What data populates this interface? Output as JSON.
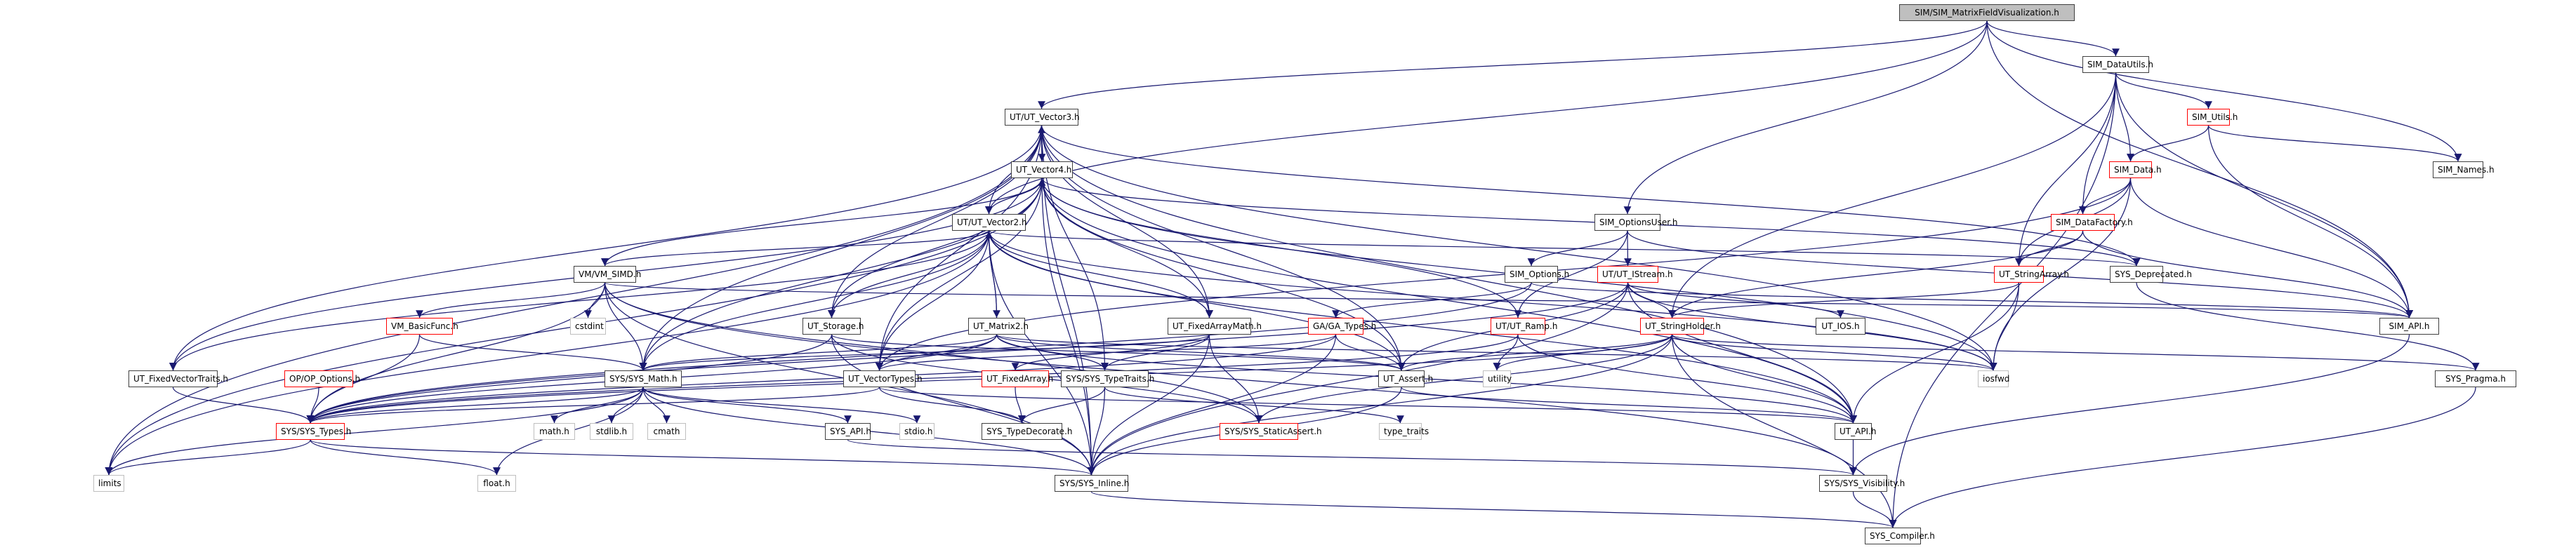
{
  "title": "SIM/SIM_MatrixFieldVisualization.h include dependency graph",
  "colors": {
    "edge": "#191970",
    "root_fill": "#bfbfbf",
    "normal_border": "#404040",
    "truncated_border": "#ff0000",
    "system_border": "#bfbfbf"
  },
  "nodes": {
    "root": {
      "label": "SIM/SIM_MatrixFieldVisualization.h",
      "kind": "root"
    },
    "sim_datautils": {
      "label": "SIM_DataUtils.h",
      "kind": "normal"
    },
    "ut_vector3": {
      "label": "UT/UT_Vector3.h",
      "kind": "normal"
    },
    "sim_utils": {
      "label": "SIM_Utils.h",
      "kind": "red"
    },
    "ut_vector4": {
      "label": "UT_Vector4.h",
      "kind": "normal"
    },
    "sim_data": {
      "label": "SIM_Data.h",
      "kind": "red"
    },
    "sim_names": {
      "label": "SIM_Names.h",
      "kind": "normal"
    },
    "ut_vector2": {
      "label": "UT/UT_Vector2.h",
      "kind": "normal"
    },
    "sim_datafactory": {
      "label": "SIM_DataFactory.h",
      "kind": "red"
    },
    "sim_optionsuser": {
      "label": "SIM_OptionsUser.h",
      "kind": "normal"
    },
    "sys_deprecated": {
      "label": "SYS_Deprecated.h",
      "kind": "normal"
    },
    "vm_simd": {
      "label": "VM/VM_SIMD.h",
      "kind": "normal"
    },
    "sim_options": {
      "label": "SIM_Options.h",
      "kind": "normal"
    },
    "ut_istream": {
      "label": "UT/UT_IStream.h",
      "kind": "red"
    },
    "ut_stringarray": {
      "label": "UT_StringArray.h",
      "kind": "red"
    },
    "sim_api": {
      "label": "SIM_API.h",
      "kind": "normal"
    },
    "vm_basicfunc": {
      "label": "VM_BasicFunc.h",
      "kind": "red"
    },
    "cstdint": {
      "label": "cstdint",
      "kind": "sys"
    },
    "ut_storage": {
      "label": "UT_Storage.h",
      "kind": "normal"
    },
    "ut_matrix2": {
      "label": "UT_Matrix2.h",
      "kind": "normal"
    },
    "ut_fixedarraymath": {
      "label": "UT_FixedArrayMath.h",
      "kind": "normal"
    },
    "ga_types": {
      "label": "GA/GA_Types.h",
      "kind": "red"
    },
    "ut_ramp": {
      "label": "UT/UT_Ramp.h",
      "kind": "red"
    },
    "ut_stringholder": {
      "label": "UT_StringHolder.h",
      "kind": "red"
    },
    "ut_ios": {
      "label": "UT_IOS.h",
      "kind": "normal"
    },
    "ut_fixedvectortraits": {
      "label": "UT_FixedVectorTraits.h",
      "kind": "normal"
    },
    "op_options": {
      "label": "OP/OP_Options.h",
      "kind": "red"
    },
    "sys_math": {
      "label": "SYS/SYS_Math.h",
      "kind": "normal"
    },
    "ut_vectortypes": {
      "label": "UT_VectorTypes.h",
      "kind": "normal"
    },
    "ut_fixedarray": {
      "label": "UT_FixedArray.h",
      "kind": "red"
    },
    "sys_typetraits": {
      "label": "SYS/SYS_TypeTraits.h",
      "kind": "normal"
    },
    "ut_assert": {
      "label": "UT_Assert.h",
      "kind": "normal"
    },
    "utility": {
      "label": "utility",
      "kind": "sys"
    },
    "iosfwd": {
      "label": "iosfwd",
      "kind": "sys"
    },
    "sys_pragma": {
      "label": "SYS_Pragma.h",
      "kind": "normal"
    },
    "sys_types": {
      "label": "SYS/SYS_Types.h",
      "kind": "red"
    },
    "math_h": {
      "label": "math.h",
      "kind": "sys"
    },
    "stdlib_h": {
      "label": "stdlib.h",
      "kind": "sys"
    },
    "cmath": {
      "label": "cmath",
      "kind": "sys"
    },
    "sys_api": {
      "label": "SYS_API.h",
      "kind": "normal"
    },
    "stdio_h": {
      "label": "stdio.h",
      "kind": "sys"
    },
    "sys_typedecorate": {
      "label": "SYS_TypeDecorate.h",
      "kind": "normal"
    },
    "sys_staticassert": {
      "label": "SYS/SYS_StaticAssert.h",
      "kind": "red"
    },
    "type_traits": {
      "label": "type_traits",
      "kind": "sys"
    },
    "ut_api": {
      "label": "UT_API.h",
      "kind": "normal"
    },
    "limits": {
      "label": "limits",
      "kind": "sys"
    },
    "float_h": {
      "label": "float.h",
      "kind": "sys"
    },
    "sys_inline": {
      "label": "SYS/SYS_Inline.h",
      "kind": "normal"
    },
    "sys_visibility": {
      "label": "SYS/SYS_Visibility.h",
      "kind": "normal"
    },
    "sys_compiler": {
      "label": "SYS_Compiler.h",
      "kind": "normal"
    }
  },
  "edges": [
    [
      "root",
      "sim_datautils"
    ],
    [
      "root",
      "ut_vector3"
    ],
    [
      "root",
      "ut_vector2"
    ],
    [
      "root",
      "sim_optionsuser"
    ],
    [
      "root",
      "sim_names"
    ],
    [
      "root",
      "sim_api"
    ],
    [
      "sim_datautils",
      "sim_utils"
    ],
    [
      "sim_datautils",
      "sim_data"
    ],
    [
      "sim_datautils",
      "sim_datafactory"
    ],
    [
      "sim_datautils",
      "ut_stringarray"
    ],
    [
      "sim_datautils",
      "ut_stringholder"
    ],
    [
      "sim_datautils",
      "sim_api"
    ],
    [
      "sim_datautils",
      "sys_compiler"
    ],
    [
      "sim_utils",
      "sim_data"
    ],
    [
      "sim_utils",
      "sim_names"
    ],
    [
      "sim_utils",
      "sim_api"
    ],
    [
      "sim_data",
      "sim_datafactory"
    ],
    [
      "sim_data",
      "ut_stringarray"
    ],
    [
      "sim_data",
      "sim_api"
    ],
    [
      "sim_data",
      "iosfwd"
    ],
    [
      "sim_data",
      "ut_vectortypes"
    ],
    [
      "sim_datafactory",
      "ut_stringarray"
    ],
    [
      "sim_datafactory",
      "sim_api"
    ],
    [
      "sim_datafactory",
      "ut_stringholder"
    ],
    [
      "ut_stringarray",
      "ut_stringholder"
    ],
    [
      "ut_stringarray",
      "iosfwd"
    ],
    [
      "ut_stringarray",
      "ut_api"
    ],
    [
      "sim_optionsuser",
      "sim_options"
    ],
    [
      "sim_optionsuser",
      "ut_istream"
    ],
    [
      "sim_optionsuser",
      "ut_ramp"
    ],
    [
      "sim_optionsuser",
      "sim_api"
    ],
    [
      "sim_options",
      "ga_types"
    ],
    [
      "sim_options",
      "sim_api"
    ],
    [
      "sim_options",
      "sys_types"
    ],
    [
      "ut_istream",
      "ut_stringholder"
    ],
    [
      "ut_istream",
      "ut_ios"
    ],
    [
      "ut_istream",
      "iosfwd"
    ],
    [
      "ut_istream",
      "ut_assert"
    ],
    [
      "ut_istream",
      "ut_api"
    ],
    [
      "ut_istream",
      "sys_types"
    ],
    [
      "ut_istream",
      "sys_inline"
    ],
    [
      "ut_ramp",
      "ut_vector4"
    ],
    [
      "ut_ramp",
      "ut_api"
    ],
    [
      "ut_ramp",
      "sys_types"
    ],
    [
      "ut_ramp",
      "utility"
    ],
    [
      "ga_types",
      "ut_assert"
    ],
    [
      "ga_types",
      "sys_types"
    ],
    [
      "ga_types",
      "sys_inline"
    ],
    [
      "ga_types",
      "ut_vectortypes"
    ],
    [
      "ut_stringholder",
      "ut_assert"
    ],
    [
      "ut_stringholder",
      "ut_api"
    ],
    [
      "ut_stringholder",
      "sys_types"
    ],
    [
      "ut_stringholder",
      "sys_staticassert"
    ],
    [
      "ut_stringholder",
      "iosfwd"
    ],
    [
      "ut_stringholder",
      "utility"
    ],
    [
      "ut_stringholder",
      "sys_compiler"
    ],
    [
      "ut_stringholder",
      "sys_inline"
    ],
    [
      "ut_stringholder",
      "sys_pragma"
    ],
    [
      "ut_vector3",
      "ut_vector4"
    ],
    [
      "ut_vector3",
      "ut_vector2"
    ],
    [
      "ut_vector3",
      "ut_storage"
    ],
    [
      "ut_vector3",
      "ut_fixedarraymath"
    ],
    [
      "ut_vector3",
      "ut_assert"
    ],
    [
      "ut_vector3",
      "ut_vectortypes"
    ],
    [
      "ut_vector3",
      "sys_math"
    ],
    [
      "ut_vector3",
      "ut_fixedvectortraits"
    ],
    [
      "ut_vector3",
      "sys_typetraits"
    ],
    [
      "ut_vector3",
      "sys_deprecated"
    ],
    [
      "ut_vector3",
      "iosfwd"
    ],
    [
      "ut_vector3",
      "limits"
    ],
    [
      "ut_vector3",
      "sys_inline"
    ],
    [
      "ut_vector3",
      "ut_api"
    ],
    [
      "ut_vector4",
      "ut_vector3"
    ],
    [
      "ut_vector4",
      "ut_vector2"
    ],
    [
      "ut_vector4",
      "vm_simd"
    ],
    [
      "ut_vector4",
      "ut_storage"
    ],
    [
      "ut_vector4",
      "ut_fixedarraymath"
    ],
    [
      "ut_vector4",
      "ut_assert"
    ],
    [
      "ut_vector4",
      "ut_vectortypes"
    ],
    [
      "ut_vector4",
      "sys_math"
    ],
    [
      "ut_vector4",
      "ut_fixedvectortraits"
    ],
    [
      "ut_vector4",
      "iosfwd"
    ],
    [
      "ut_vector4",
      "limits"
    ],
    [
      "ut_vector4",
      "sys_inline"
    ],
    [
      "ut_vector4",
      "ut_api"
    ],
    [
      "ut_vector4",
      "sys_deprecated"
    ],
    [
      "ut_vector2",
      "ut_matrix2"
    ],
    [
      "ut_vector2",
      "vm_simd"
    ],
    [
      "ut_vector2",
      "ut_storage"
    ],
    [
      "ut_vector2",
      "ut_fixedarraymath"
    ],
    [
      "ut_vector2",
      "ut_assert"
    ],
    [
      "ut_vector2",
      "ut_vectortypes"
    ],
    [
      "ut_vector2",
      "sys_math"
    ],
    [
      "ut_vector2",
      "ut_fixedvectortraits"
    ],
    [
      "ut_vector2",
      "sys_deprecated"
    ],
    [
      "ut_vector2",
      "iosfwd"
    ],
    [
      "ut_vector2",
      "limits"
    ],
    [
      "ut_vector2",
      "ut_api"
    ],
    [
      "ut_vector2",
      "sys_inline"
    ],
    [
      "ut_matrix2",
      "ut_vector2"
    ],
    [
      "ut_matrix2",
      "ut_vectortypes"
    ],
    [
      "ut_matrix2",
      "sys_math"
    ],
    [
      "ut_matrix2",
      "ut_assert"
    ],
    [
      "ut_matrix2",
      "sys_types"
    ],
    [
      "ut_matrix2",
      "ut_api"
    ],
    [
      "ut_matrix2",
      "iosfwd"
    ],
    [
      "ut_matrix2",
      "sys_typetraits"
    ],
    [
      "vm_simd",
      "vm_basicfunc"
    ],
    [
      "vm_simd",
      "cstdint"
    ],
    [
      "vm_simd",
      "sys_math"
    ],
    [
      "vm_simd",
      "sys_types"
    ],
    [
      "vm_simd",
      "sys_staticassert"
    ],
    [
      "vm_simd",
      "sys_inline"
    ],
    [
      "vm_simd",
      "sys_visibility"
    ],
    [
      "vm_simd",
      "sim_api"
    ],
    [
      "vm_basicfunc",
      "sys_math"
    ],
    [
      "vm_basicfunc",
      "sys_types"
    ],
    [
      "ut_storage",
      "ut_assert"
    ],
    [
      "ut_storage",
      "sys_types"
    ],
    [
      "ut_storage",
      "sys_inline"
    ],
    [
      "ut_storage",
      "sys_staticassert"
    ],
    [
      "ut_fixedarraymath",
      "ut_fixedarray"
    ],
    [
      "ut_fixedarraymath",
      "sys_typetraits"
    ],
    [
      "ut_fixedarraymath",
      "sys_math"
    ],
    [
      "ut_fixedarraymath",
      "sys_inline"
    ],
    [
      "ut_fixedarraymath",
      "sys_staticassert"
    ],
    [
      "ut_fixedarray",
      "sys_typedecorate"
    ],
    [
      "ut_fixedvectortraits",
      "sys_types"
    ],
    [
      "op_options",
      "sys_types"
    ],
    [
      "ut_vectortypes",
      "sys_typedecorate"
    ],
    [
      "ut_vectortypes",
      "sys_types"
    ],
    [
      "ut_vectortypes",
      "ut_api"
    ],
    [
      "sys_typetraits",
      "sys_typedecorate"
    ],
    [
      "sys_typetraits",
      "type_traits"
    ],
    [
      "sys_typetraits",
      "sys_inline"
    ],
    [
      "sys_math",
      "sys_types"
    ],
    [
      "sys_math",
      "math_h"
    ],
    [
      "sys_math",
      "stdlib_h"
    ],
    [
      "sys_math",
      "cmath"
    ],
    [
      "sys_math",
      "float_h"
    ],
    [
      "sys_math",
      "sys_api"
    ],
    [
      "sys_math",
      "limits"
    ],
    [
      "sys_math",
      "stdio_h"
    ],
    [
      "sys_math",
      "sys_inline"
    ],
    [
      "ut_assert",
      "sys_inline"
    ],
    [
      "ut_assert",
      "ut_api"
    ],
    [
      "sys_types",
      "float_h"
    ],
    [
      "sys_types",
      "limits"
    ],
    [
      "sys_types",
      "sys_inline"
    ],
    [
      "sys_api",
      "sys_visibility"
    ],
    [
      "ut_api",
      "sys_visibility"
    ],
    [
      "sim_api",
      "sys_visibility"
    ],
    [
      "sys_deprecated",
      "sys_pragma"
    ],
    [
      "sys_pragma",
      "sys_compiler"
    ],
    [
      "sys_visibility",
      "sys_compiler"
    ],
    [
      "sys_inline",
      "sys_compiler"
    ]
  ]
}
